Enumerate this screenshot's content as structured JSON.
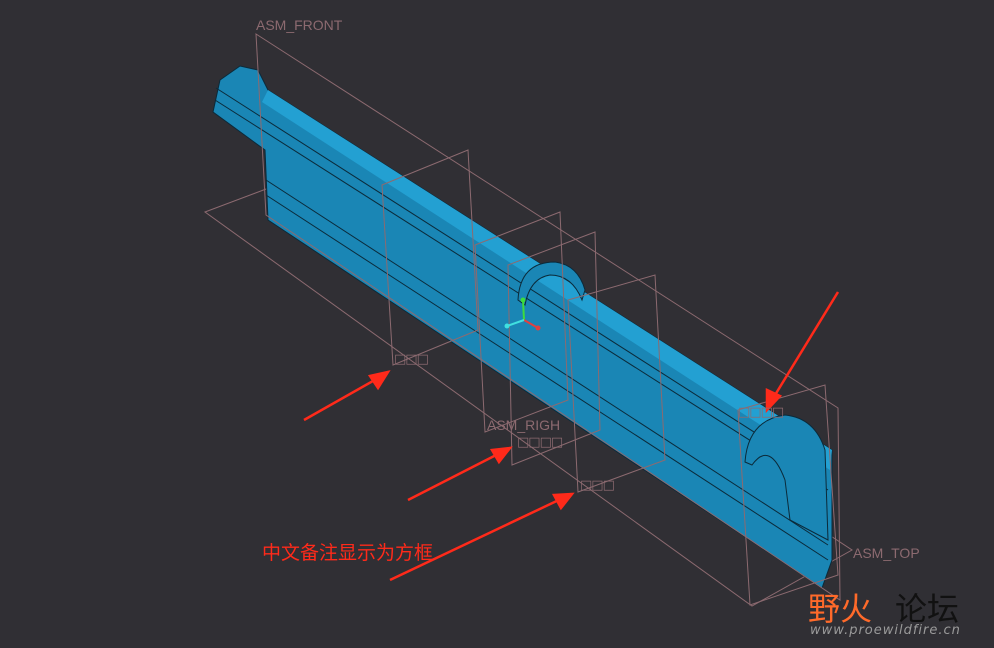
{
  "viewport": {
    "background_color": "#302f34",
    "model_color": "#1188bb",
    "datum_color": "#8c6a70",
    "annotation_color": "#ff2a1a"
  },
  "datums": {
    "front": "ASM_FRONT",
    "right": "ASM_RIGH",
    "top": "ASM_TOP"
  },
  "annotation_boxes": [
    "□□□",
    "□□□□",
    "□□□",
    "□□□□"
  ],
  "note": "中文备注显示为方框",
  "watermark": {
    "part1": "野火",
    "part2": "论坛",
    "url": "www.proewildfire.cn"
  }
}
